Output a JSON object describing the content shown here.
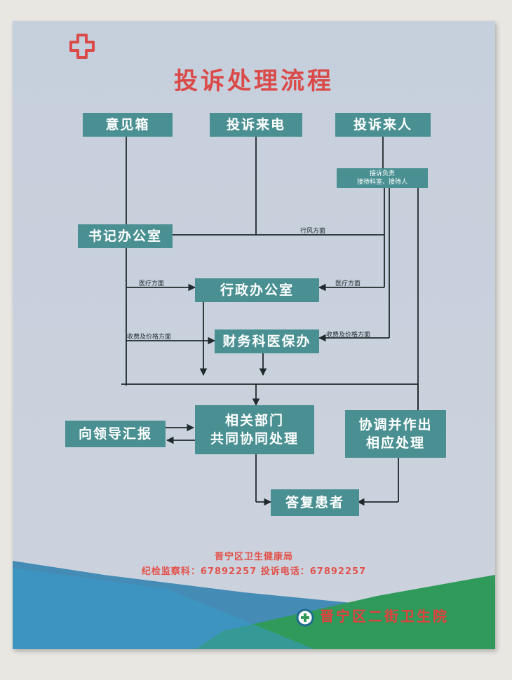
{
  "poster": {
    "title": "投诉处理流程",
    "sources": [
      "意见箱",
      "投诉来电",
      "投诉来人"
    ],
    "reception": "接诉负责\n接待科室、接待人",
    "secretary": "书记办公室",
    "admin": "行政办公室",
    "finance": "财务科医保办",
    "report": "向领导汇报",
    "joint": "相关部门\n共同协同处理",
    "coordinate": "协调并作出\n相应处理",
    "reply": "答复患者",
    "edge_labels": {
      "conduct": "行风方面",
      "medical_left": "医疗方面",
      "medical_right": "医疗方面",
      "fees_left": "收费及价格方面",
      "fees_right": "收费及价格方面"
    },
    "footer": {
      "bureau": "晋宁区卫生健康局",
      "contact": "纪检监察科：67892257  投诉电话：67892257",
      "hospital": "晋宁区二街卫生院"
    },
    "colors": {
      "box": "#4a9092",
      "title": "#d94a48",
      "line": "#1f2a2c",
      "band_blue": "#2b7fae",
      "band_green": "#2f9a5a"
    }
  }
}
